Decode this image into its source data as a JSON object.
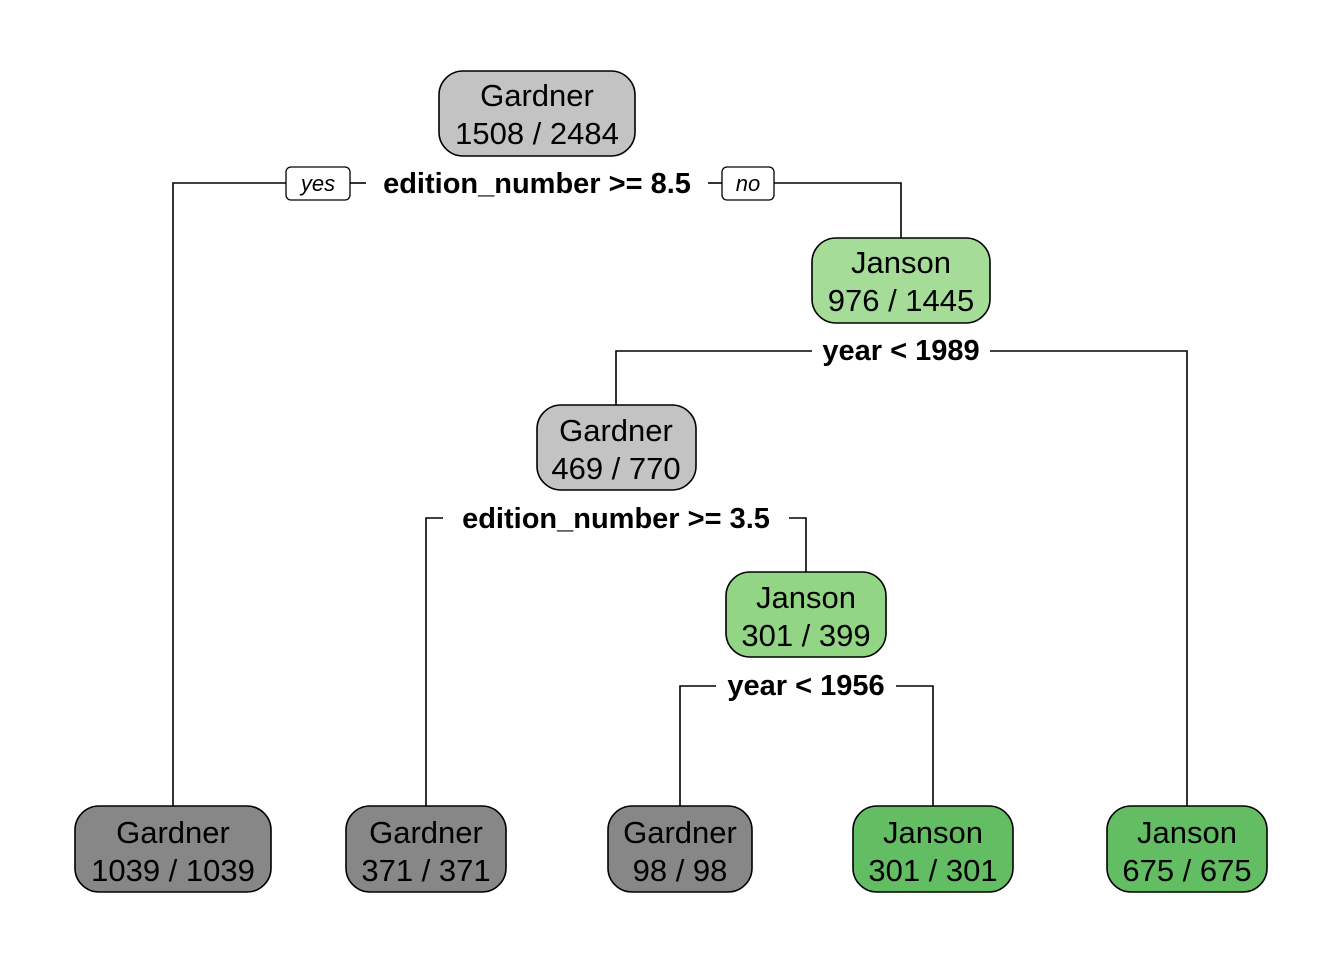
{
  "colors": {
    "gardner_root": "#c3c3c3",
    "gardner_inner": "#c3c3c3",
    "gardner_leaf": "#878787",
    "janson_light": "#a5dd98",
    "janson_mid": "#92d584",
    "janson_leaf": "#63bd63"
  },
  "branch_labels": {
    "yes": "yes",
    "no": "no"
  },
  "nodes": [
    {
      "id": "root",
      "label": "Gardner",
      "counts": "1508 / 2484",
      "color": "gardner_root"
    },
    {
      "id": "n2",
      "label": "Janson",
      "counts": "976 / 1445",
      "color": "janson_light"
    },
    {
      "id": "n3",
      "label": "Gardner",
      "counts": "469 / 770",
      "color": "gardner_inner"
    },
    {
      "id": "n4",
      "label": "Janson",
      "counts": "301 / 399",
      "color": "janson_mid"
    },
    {
      "id": "leaf1",
      "label": "Gardner",
      "counts": "1039 / 1039",
      "color": "gardner_leaf"
    },
    {
      "id": "leaf2",
      "label": "Gardner",
      "counts": "371 / 371",
      "color": "gardner_leaf"
    },
    {
      "id": "leaf3",
      "label": "Gardner",
      "counts": "98 / 98",
      "color": "gardner_leaf"
    },
    {
      "id": "leaf4",
      "label": "Janson",
      "counts": "301 / 301",
      "color": "janson_leaf"
    },
    {
      "id": "leaf5",
      "label": "Janson",
      "counts": "675 / 675",
      "color": "janson_leaf"
    }
  ],
  "splits": [
    {
      "id": "s1",
      "text": "edition_number >= 8.5"
    },
    {
      "id": "s2",
      "text": "year < 1989"
    },
    {
      "id": "s3",
      "text": "edition_number >= 3.5"
    },
    {
      "id": "s4",
      "text": "year < 1956"
    }
  ]
}
